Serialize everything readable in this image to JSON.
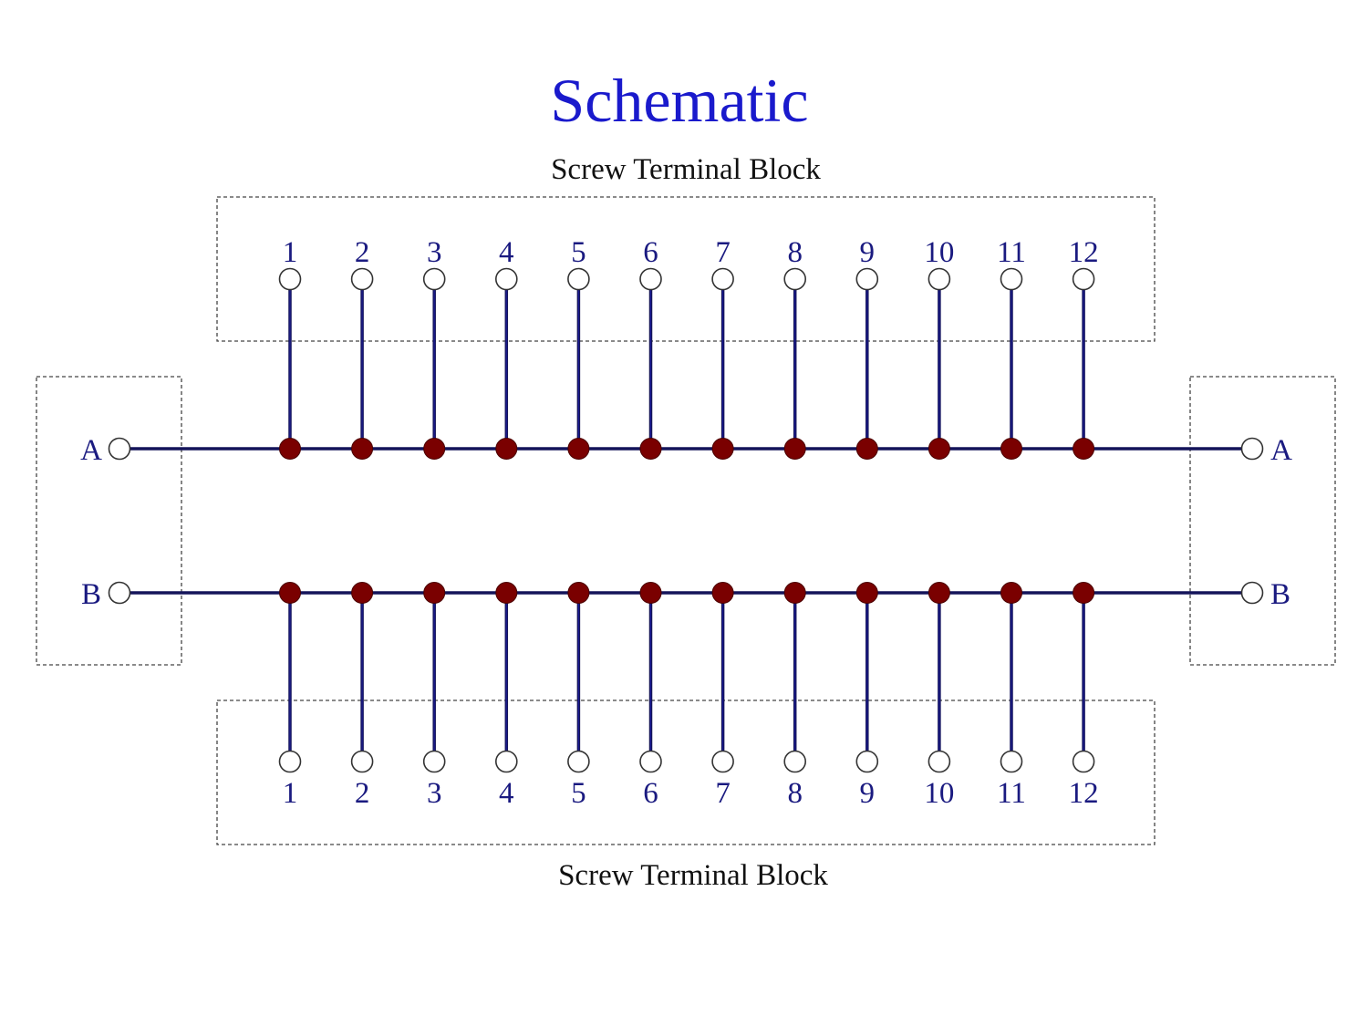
{
  "title": "Schematic",
  "top_block": {
    "label": "Screw Terminal  Block",
    "pins": [
      "1",
      "2",
      "3",
      "4",
      "5",
      "6",
      "7",
      "8",
      "9",
      "10",
      "11",
      "12"
    ]
  },
  "bottom_block": {
    "label": "Screw Terminal  Block",
    "pins": [
      "1",
      "2",
      "3",
      "4",
      "5",
      "6",
      "7",
      "8",
      "9",
      "10",
      "11",
      "12"
    ]
  },
  "left_connector": {
    "bus_a": "A",
    "bus_b": "B"
  },
  "right_connector": {
    "bus_a": "A",
    "bus_b": "B"
  },
  "colors": {
    "title": "#1a1acc",
    "pin_label": "#1a1a80",
    "wire": "#14145a",
    "wire_highlight": "#2222cc",
    "node": "#7a0000"
  }
}
